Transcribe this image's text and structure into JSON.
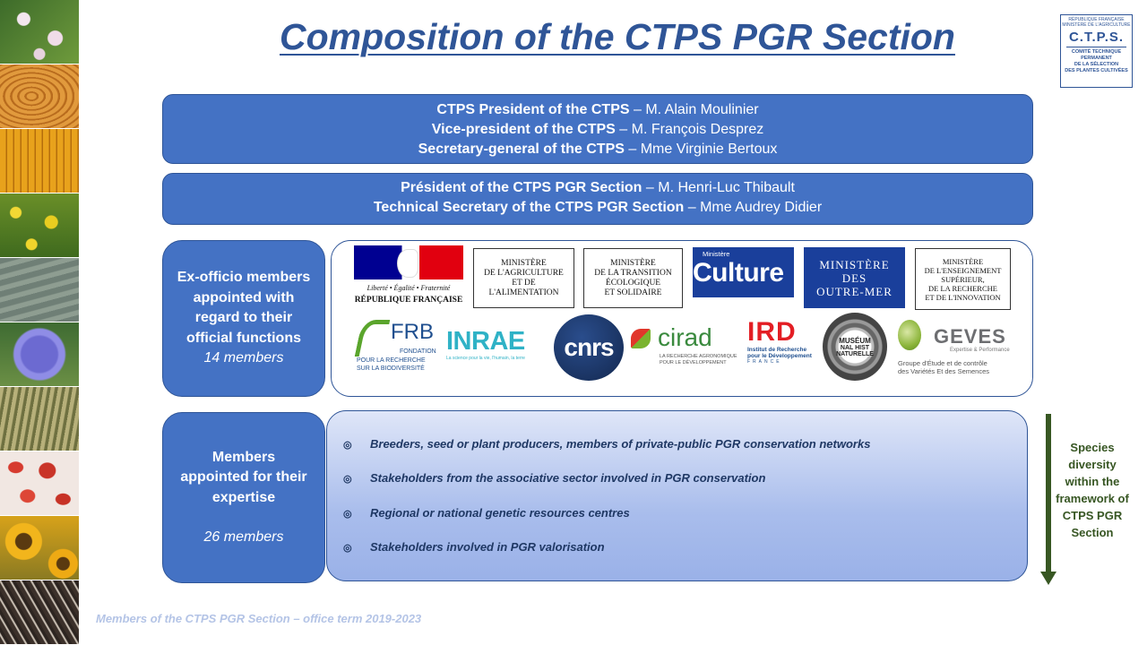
{
  "slide": {
    "title": "Composition of the CTPS PGR Section",
    "footer": "Members of the CTPS PGR Section – office term 2019-2023"
  },
  "ctps_logo": {
    "republic": "RÉPUBLIQUE FRANÇAISE",
    "ministry": "MINISTÈRE DE L'AGRICULTURE",
    "acronym": "C.T.P.S.",
    "desc_1": "COMITÉ TECHNIQUE",
    "desc_2": "PERMANENT",
    "desc_3": "DE LA SÉLECTION",
    "desc_4": "DES PLANTES CULTIVÉES"
  },
  "leadership": {
    "president_role": "CTPS President of the CTPS",
    "president_name": " – M. Alain Moulinier",
    "vice_role": "Vice-president of the CTPS",
    "vice_name": " – M. François Desprez",
    "secretary_role": "Secretary-general of the CTPS",
    "secretary_name": " – Mme Virginie Bertoux"
  },
  "section_leadership": {
    "president_role": "Président of the CTPS PGR Section",
    "president_name": " – M. Henri-Luc Thibault",
    "tech_role": "Technical Secretary of the CTPS PGR Section",
    "tech_name": " – Mme Audrey Didier"
  },
  "ex_officio": {
    "label": "Ex-officio members appointed with regard to their official functions",
    "count": "14 members"
  },
  "expertise": {
    "label": "Members appointed for their expertise",
    "count": "26 members",
    "items": [
      "Breeders, seed or plant producers, members of private-public PGR conservation networks",
      "Stakeholders from the associative sector involved in PGR conservation",
      "Regional or national genetic resources centres",
      "Stakeholders involved in PGR valorisation"
    ]
  },
  "species_note": "Species diversity within the framework of CTPS PGR Section",
  "logos": {
    "rf_motto": "Liberté • Égalité • Fraternité",
    "rf_name": "RÉPUBLIQUE FRANÇAISE",
    "agri_1": "MINISTÈRE",
    "agri_2": "DE L'AGRICULTURE",
    "agri_3": "ET DE",
    "agri_4": "L'ALIMENTATION",
    "trans_1": "MINISTÈRE",
    "trans_2": "DE LA TRANSITION",
    "trans_3": "ÉCOLOGIQUE",
    "trans_4": "ET SOLIDAIRE",
    "culture_small": "Ministère",
    "culture_big": "Culture",
    "om_1": "MINISTÈRE",
    "om_2": "DES",
    "om_3": "OUTRE-MER",
    "ens_1": "MINISTÈRE",
    "ens_2": "DE L'ENSEIGNEMENT",
    "ens_3": "SUPÉRIEUR,",
    "ens_4": "DE LA RECHERCHE",
    "ens_5": "ET DE L'INNOVATION",
    "frb_name": "FRB",
    "frb_1": "FONDATION",
    "frb_2": "POUR LA RECHERCHE",
    "frb_3": "SUR LA BIODIVERSITÉ",
    "inrae_name": "INRAE",
    "inrae_tag": "La science pour la vie, l'humain, la terre",
    "cnrs_name": "cnrs",
    "cirad_name": "cirad",
    "cirad_1": "LA RECHERCHE AGRONOMIQUE",
    "cirad_2": "POUR LE DÉVELOPPEMENT",
    "ird_name": "IRD",
    "ird_1": "Institut de Recherche",
    "ird_2": "pour le Développement",
    "ird_3": "FRANCE",
    "mnhn_1": "MUSÉUM",
    "mnhn_2": "NAL HIST",
    "mnhn_3": "NATURELLE",
    "geves_name": "GEVES",
    "geves_tag": "Expertise & Performance",
    "geves_1": "Groupe d'Étude et de contrôle",
    "geves_2": "des Variétés Et des Semences"
  },
  "colors": {
    "accent_blue": "#4472c4",
    "title_blue": "#2f5597",
    "species_green": "#375623",
    "arrow_green": "#385723"
  }
}
